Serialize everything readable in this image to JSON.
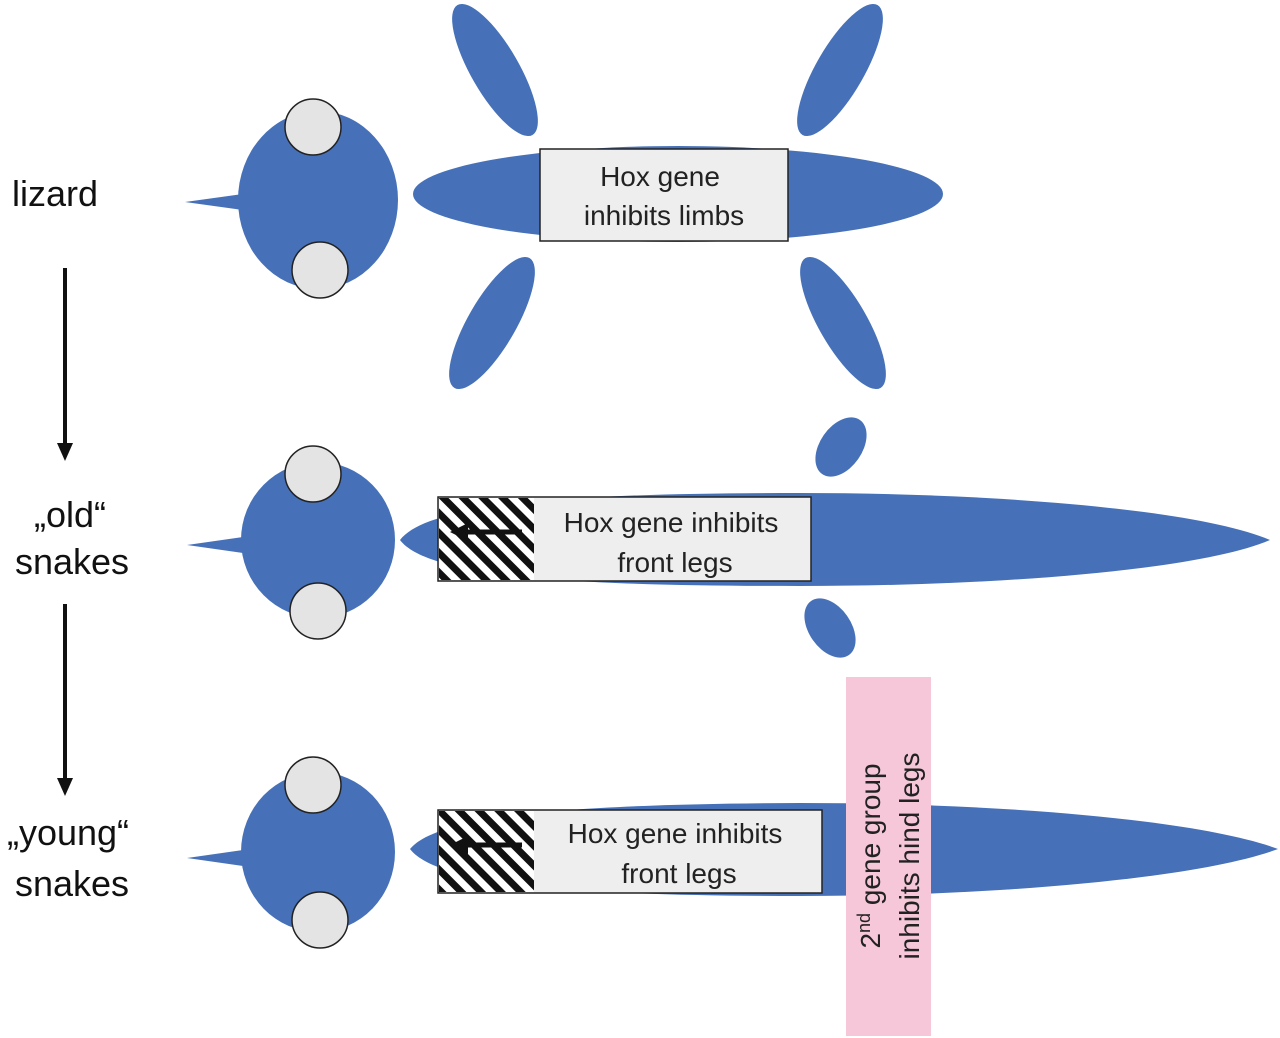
{
  "stages": [
    {
      "id": "lizard",
      "label_lines": [
        "lizard"
      ]
    },
    {
      "id": "old-snakes",
      "label_lines": [
        "„old“",
        "snakes"
      ]
    },
    {
      "id": "young-snakes",
      "label_lines": [
        "„young“",
        "snakes"
      ]
    }
  ],
  "boxes": {
    "lizard": {
      "lines": [
        "Hox gene",
        "inhibits limbs"
      ]
    },
    "old_snakes": {
      "lines": [
        "Hox gene inhibits",
        "front legs"
      ]
    },
    "young_snakes": {
      "lines": [
        "Hox gene inhibits",
        "front legs"
      ]
    },
    "second_gene": {
      "ordinal": "2",
      "superscript": "nd",
      "line1_rest": " gene group",
      "line2": "inhibits hind legs"
    }
  },
  "colors": {
    "body": "#4671b9",
    "eye": "#e4e4e4",
    "box_fill": "#eeeeee",
    "pink_box": "#f6c7d8"
  }
}
